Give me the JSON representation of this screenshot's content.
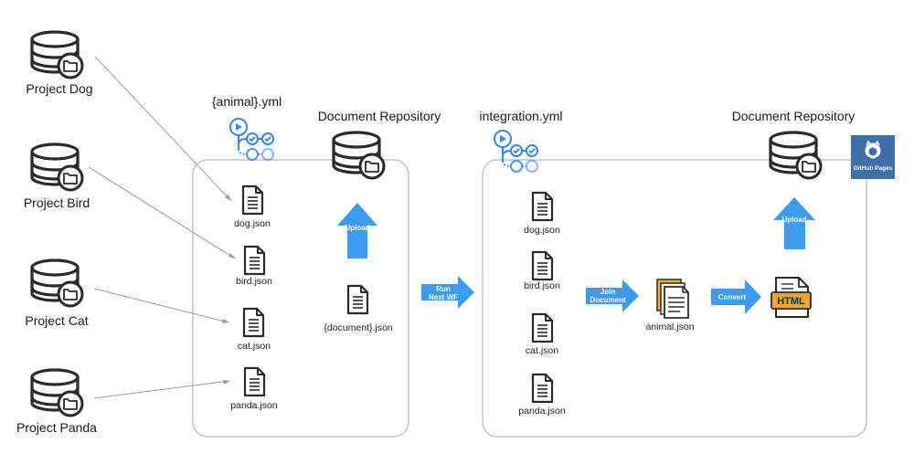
{
  "projects": [
    {
      "label": "Project Dog"
    },
    {
      "label": "Project Bird"
    },
    {
      "label": "Project Cat"
    },
    {
      "label": "Project Panda"
    }
  ],
  "workflow1": {
    "title": "{animal}.yml",
    "files": [
      {
        "label": "dog.json"
      },
      {
        "label": "bird.json"
      },
      {
        "label": "cat.json"
      },
      {
        "label": "panda.json"
      }
    ],
    "repo_title": "Document Repository",
    "upload_label": "Upload",
    "document_label": "{document}.json"
  },
  "run_next_label": [
    "Run",
    "Next WF"
  ],
  "workflow2": {
    "title": "integration.yml",
    "files": [
      {
        "label": "dog.json"
      },
      {
        "label": "bird.json"
      },
      {
        "label": "cat.json"
      },
      {
        "label": "panda.json"
      }
    ],
    "join_label": [
      "Join",
      "Document"
    ],
    "merged_label": "animal.json",
    "convert_label": "Convert",
    "html_badge": "HTML",
    "upload_label": "Upload",
    "repo_title": "Document Repository",
    "gh_pages_label": "GitHub Pages"
  },
  "colors": {
    "accent": "#3d9bf0",
    "icon_stroke": "#2a2a2a",
    "workflow_blue": "#3a86e8",
    "html_orange": "#f5a623",
    "gh_tile": "#3f6fa8"
  },
  "icons": {
    "database": "database-folder-icon",
    "file": "file-icon",
    "workflow": "github-actions-workflow-icon",
    "documents": "document-stack-icon",
    "html": "html-file-icon",
    "pages": "github-pages-icon"
  }
}
